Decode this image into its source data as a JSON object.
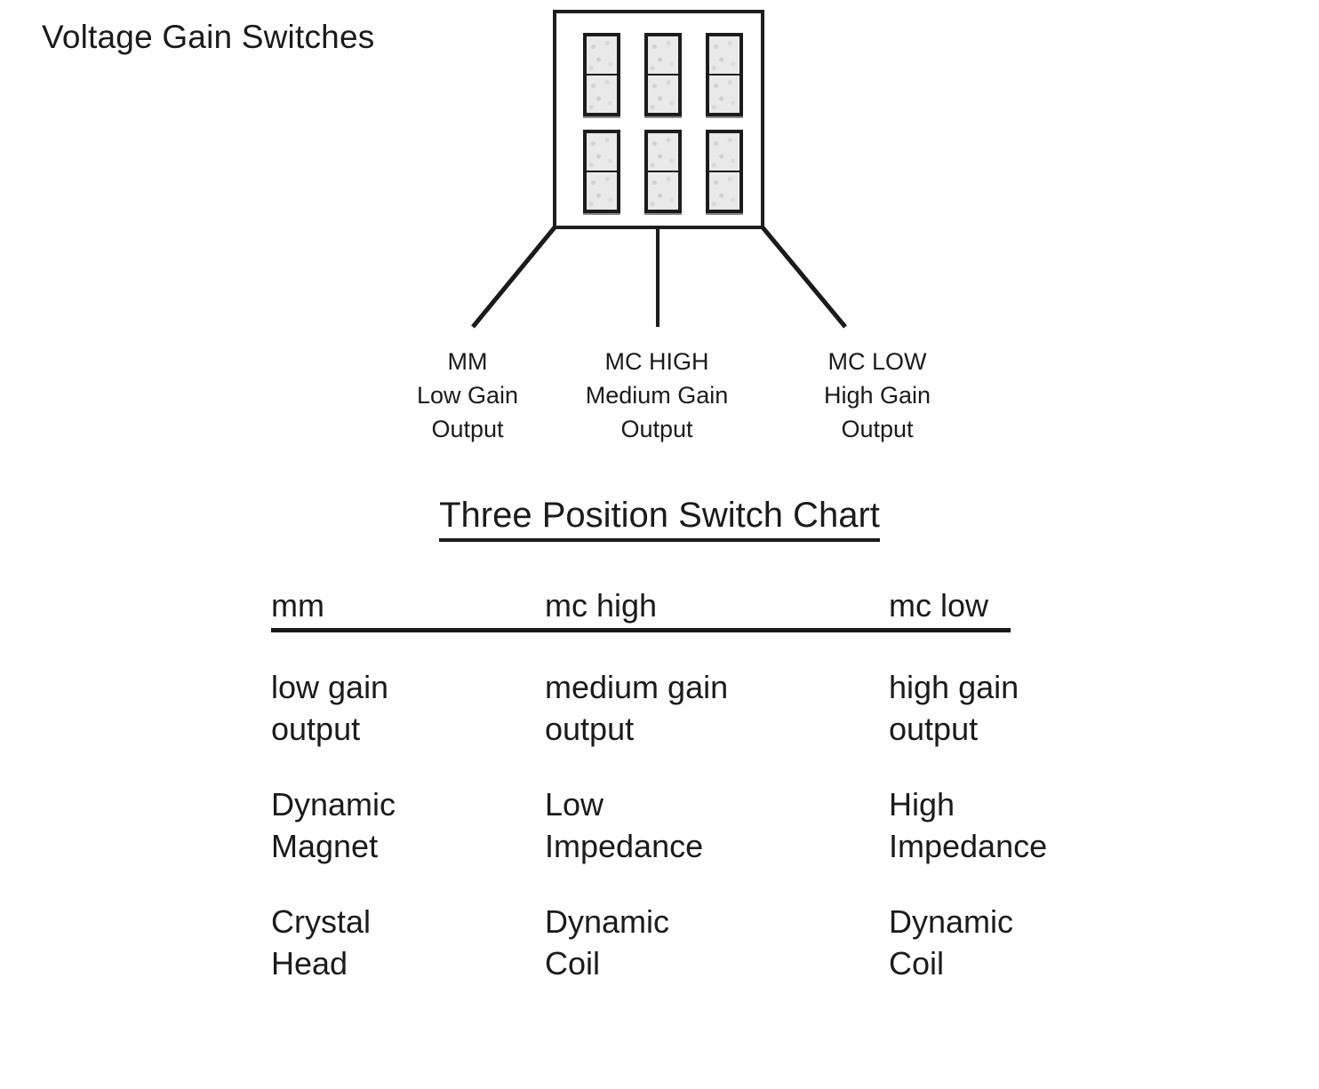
{
  "page": {
    "title": "Voltage Gain Switches",
    "ink_color": "#1b1b1b",
    "background_color": "#ffffff",
    "switch_face_color": "#e9e9e9"
  },
  "panel": {
    "name": "voltage-gain-switch-panel",
    "rows": 2,
    "columns": 3,
    "switch_count": 6,
    "switch_type": "three-position rocker"
  },
  "callouts": [
    {
      "name": "mm",
      "lines": [
        "MM",
        "Low Gain",
        "Output"
      ]
    },
    {
      "name": "mc-high",
      "lines": [
        "MC HIGH",
        "Medium Gain",
        "Output"
      ]
    },
    {
      "name": "mc-low",
      "lines": [
        "MC LOW",
        "High Gain",
        "Output"
      ]
    }
  ],
  "chart": {
    "heading": "Three Position Switch Chart",
    "headers": [
      "mm",
      "mc high",
      "mc low"
    ],
    "rows": [
      {
        "cells": [
          [
            "low gain",
            "output"
          ],
          [
            "medium gain",
            "output"
          ],
          [
            "high gain",
            "output"
          ]
        ]
      },
      {
        "cells": [
          [
            "Dynamic",
            "Magnet"
          ],
          [
            "Low",
            "Impedance"
          ],
          [
            "High",
            "Impedance"
          ]
        ]
      },
      {
        "cells": [
          [
            "Crystal",
            "Head"
          ],
          [
            "Dynamic",
            "Coil"
          ],
          [
            "Dynamic",
            "Coil"
          ]
        ]
      }
    ]
  }
}
